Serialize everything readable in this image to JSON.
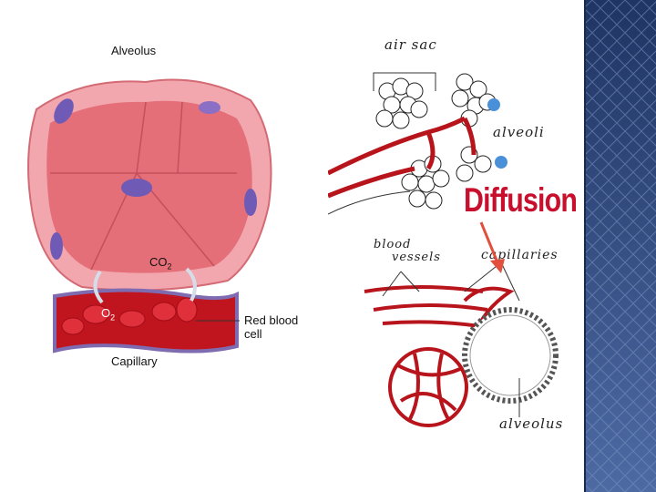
{
  "left_diagram": {
    "title": "Alveolus",
    "co2": "CO",
    "co2_sub": "2",
    "o2": "O",
    "o2_sub": "2",
    "rbc_label_line1": "Red blood",
    "rbc_label_line2": "cell",
    "capillary": "Capillary"
  },
  "right_diagram": {
    "air_sac": "air sac",
    "alveoli": "alveoli",
    "blood_vessels_line1": "blood",
    "blood_vessels_line2": "vessels",
    "capillaries": "capillaries",
    "alveolus": "alveolus"
  },
  "callout": {
    "text": "Diffusion",
    "color": "#c8102e"
  },
  "theme": {
    "side_band_color": "#3f5a8c",
    "vessel_color": "#c0141e",
    "alveolus_color": "#e8737a"
  }
}
